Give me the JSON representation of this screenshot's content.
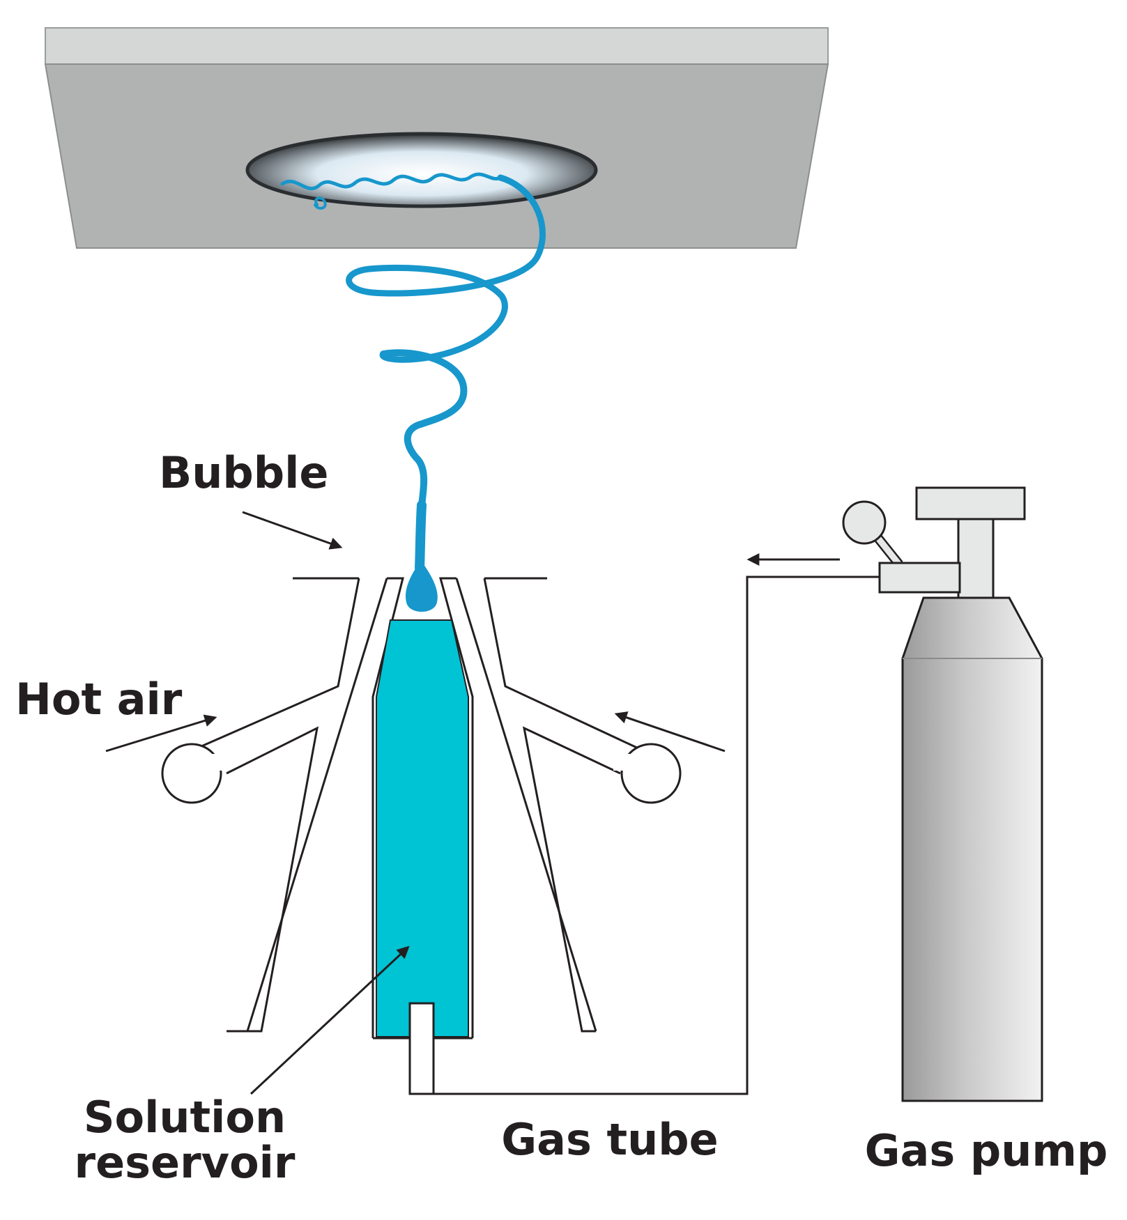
{
  "labels": {
    "bubble": "Bubble",
    "hot_air": "Hot air",
    "solution_line1": "Solution",
    "solution_line2": "reservoir",
    "gas_tube": "Gas tube",
    "gas_pump": "Gas pump"
  },
  "colors": {
    "collector": "#b1b3b3",
    "collector_top": "#d5d7d7",
    "solution": "#00c3d4",
    "jet": "#1797cc",
    "cylinder": "#c3c3c3",
    "outline": "#231f20"
  }
}
